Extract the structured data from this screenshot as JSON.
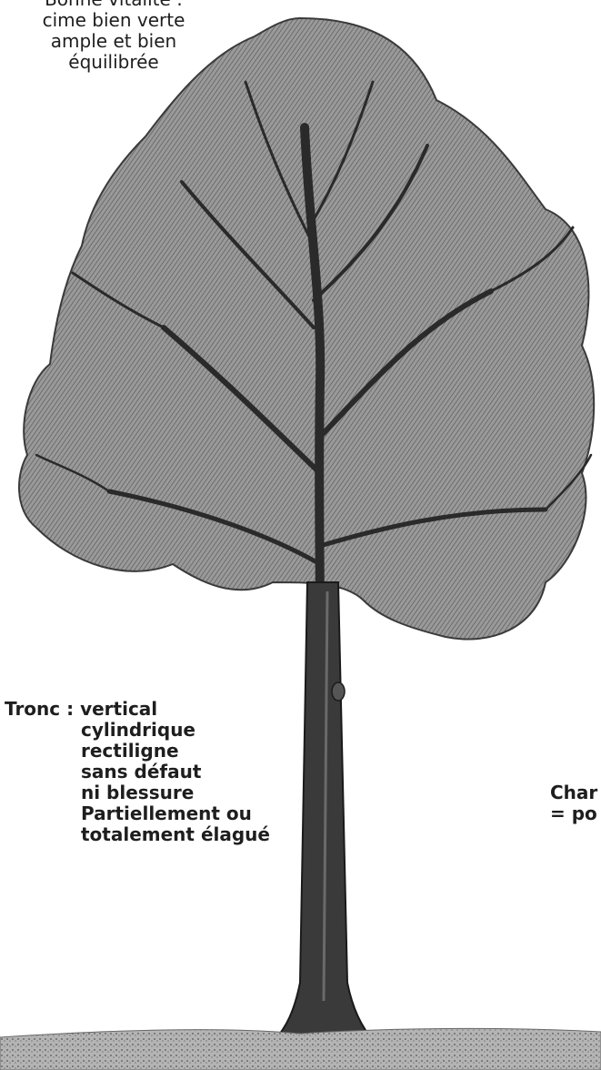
{
  "labels": {
    "top": [
      "Bonne vitalité :",
      "cime bien verte",
      "ample et bien",
      "équilibrée"
    ],
    "trunk": {
      "first": "Tronc : vertical",
      "rest": [
        "cylindrique",
        "rectiligne",
        "sans défaut",
        "ni blessure",
        "Partiellement ou",
        "totalement élagué"
      ]
    },
    "right": [
      "Char",
      "= po"
    ]
  },
  "illustration": {
    "subject": "tree-drawing",
    "colors": {
      "foliage": "#8a8a8a",
      "foliage_dark": "#3c3c3c",
      "bark": "#2a2a2a",
      "ground": "#9a9a9a"
    }
  }
}
